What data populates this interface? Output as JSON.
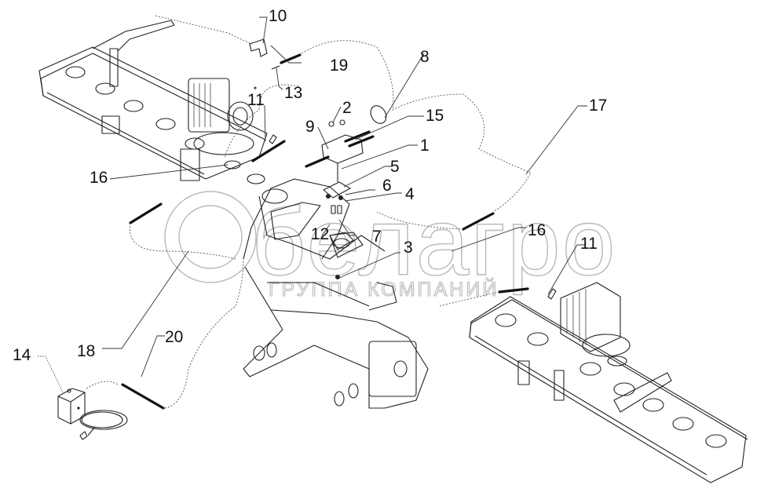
{
  "diagram": {
    "title": "Exploded parts diagram — sensor/cable assembly on frame",
    "watermark": {
      "brand": "белагро",
      "tagline": "ГРУППА КОМПАНИЙ"
    },
    "callouts": [
      {
        "id": "c1",
        "label": "1"
      },
      {
        "id": "c2",
        "label": "2"
      },
      {
        "id": "c3",
        "label": "3"
      },
      {
        "id": "c4",
        "label": "4"
      },
      {
        "id": "c5",
        "label": "5"
      },
      {
        "id": "c6",
        "label": "6"
      },
      {
        "id": "c7",
        "label": "7"
      },
      {
        "id": "c8",
        "label": "8"
      },
      {
        "id": "c9",
        "label": "9"
      },
      {
        "id": "c10",
        "label": "10"
      },
      {
        "id": "c11a",
        "label": "11"
      },
      {
        "id": "c11b",
        "label": "11"
      },
      {
        "id": "c12",
        "label": "12"
      },
      {
        "id": "c13",
        "label": "13"
      },
      {
        "id": "c14",
        "label": "14"
      },
      {
        "id": "c15",
        "label": "15"
      },
      {
        "id": "c16a",
        "label": "16"
      },
      {
        "id": "c16b",
        "label": "16"
      },
      {
        "id": "c17",
        "label": "17"
      },
      {
        "id": "c18",
        "label": "18"
      },
      {
        "id": "c19",
        "label": "19"
      },
      {
        "id": "c20",
        "label": "20"
      }
    ]
  }
}
